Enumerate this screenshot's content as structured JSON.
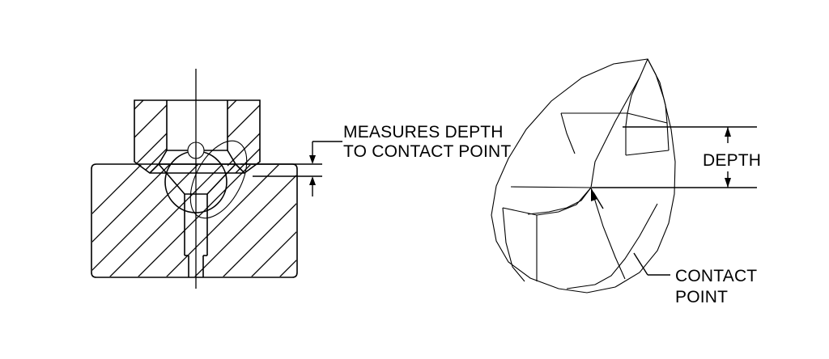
{
  "drawing": {
    "title": "Depth to Contact Point — Sectional Assembly and Faceted Part",
    "background_color": "#ffffff",
    "line_color": "#000000",
    "annotations": {
      "measures_depth_line1": "MEASURES DEPTH",
      "measures_depth_line2": "TO CONTACT POINT",
      "depth_label": "DEPTH",
      "contact_point_line1": "CONTACT",
      "contact_point_line2": "POINT"
    },
    "views": {
      "left": {
        "name": "sectional-assembly-view",
        "description": "Cross-section of an upper gauge body seated on a lower hatched block, with a ball probe contacting a conical seat and a centerline through the axis",
        "components": [
          "upper-gauge-body",
          "lower-workpiece-block",
          "ball-probe",
          "contact-ellipse",
          "probe-stem",
          "vertical-centerline",
          "depth-gap-dimension"
        ]
      },
      "right": {
        "name": "faceted-part-pictorial",
        "description": "Isometric pictorial of a faceted rock-like part showing the contact point and the depth dimension",
        "components": [
          "faceted-body",
          "contact-point-arrow",
          "depth-dimension",
          "contact-point-leader"
        ]
      }
    }
  }
}
